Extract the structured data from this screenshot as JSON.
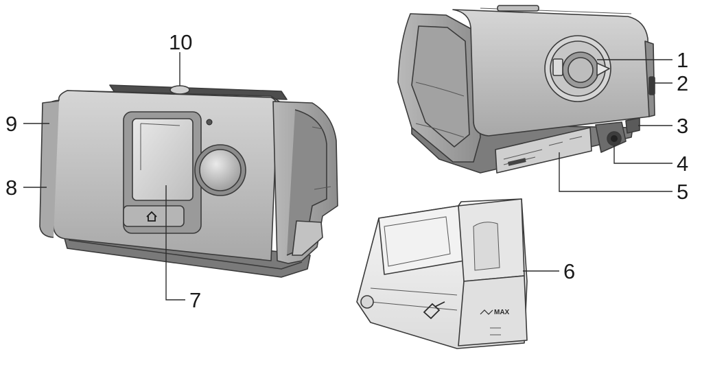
{
  "callouts": [
    {
      "id": "1",
      "label": "1"
    },
    {
      "id": "2",
      "label": "2"
    },
    {
      "id": "3",
      "label": "3"
    },
    {
      "id": "4",
      "label": "4"
    },
    {
      "id": "5",
      "label": "5"
    },
    {
      "id": "6",
      "label": "6"
    },
    {
      "id": "7",
      "label": "7"
    },
    {
      "id": "8",
      "label": "8"
    },
    {
      "id": "9",
      "label": "9"
    },
    {
      "id": "10",
      "label": "10"
    }
  ],
  "tub_marking": "MAX",
  "colors": {
    "body_light": "#c9c9c9",
    "body_mid": "#9e9e9e",
    "body_dark": "#6e6e6e",
    "base_dark": "#4d4d4d",
    "tub_clear": "#eeeeee",
    "line": "#2a2a2a"
  }
}
